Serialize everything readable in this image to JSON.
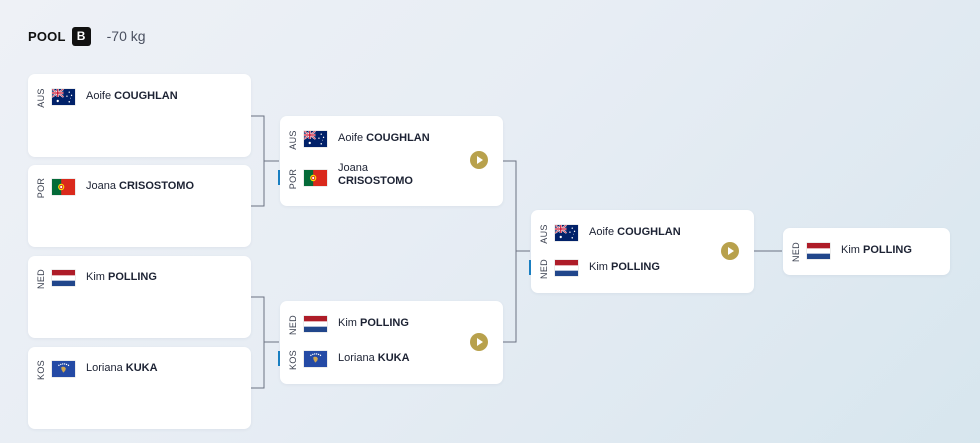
{
  "header": {
    "pool_label": "POOL",
    "pool_letter": "B",
    "weight": "-70 kg"
  },
  "bracket": {
    "round1": [
      {
        "code": "AUS",
        "flag": "australia",
        "first": "Aoife",
        "last": "COUGHLAN"
      },
      {
        "code": "POR",
        "flag": "portugal",
        "first": "Joana",
        "last": "CRISOSTOMO"
      },
      {
        "code": "NED",
        "flag": "netherlands",
        "first": "Kim",
        "last": "POLLING"
      },
      {
        "code": "KOS",
        "flag": "kosovo",
        "first": "Loriana",
        "last": "KUKA"
      }
    ],
    "semifinal1": {
      "top": {
        "code": "AUS",
        "flag": "australia",
        "first": "Aoife",
        "last": "COUGHLAN"
      },
      "bottom": {
        "code": "POR",
        "flag": "portugal",
        "first": "Joana",
        "last": "CRISOSTOMO"
      },
      "winner": "bottom",
      "play_icon": "play-icon"
    },
    "semifinal2": {
      "top": {
        "code": "NED",
        "flag": "netherlands",
        "first": "Kim",
        "last": "POLLING"
      },
      "bottom": {
        "code": "KOS",
        "flag": "kosovo",
        "first": "Loriana",
        "last": "KUKA"
      },
      "winner": "bottom",
      "play_icon": "play-icon"
    },
    "final": {
      "top": {
        "code": "AUS",
        "flag": "australia",
        "first": "Aoife",
        "last": "COUGHLAN"
      },
      "bottom": {
        "code": "NED",
        "flag": "netherlands",
        "first": "Kim",
        "last": "POLLING"
      },
      "winner": "bottom",
      "play_icon": "play-icon"
    },
    "champion": {
      "code": "NED",
      "flag": "netherlands",
      "first": "Kim",
      "last": "POLLING"
    }
  },
  "colors": {
    "play_button": "#b8a14c",
    "winner_marker": "#1a7fc1",
    "connector": "#6b7282",
    "card": "#ffffff"
  }
}
